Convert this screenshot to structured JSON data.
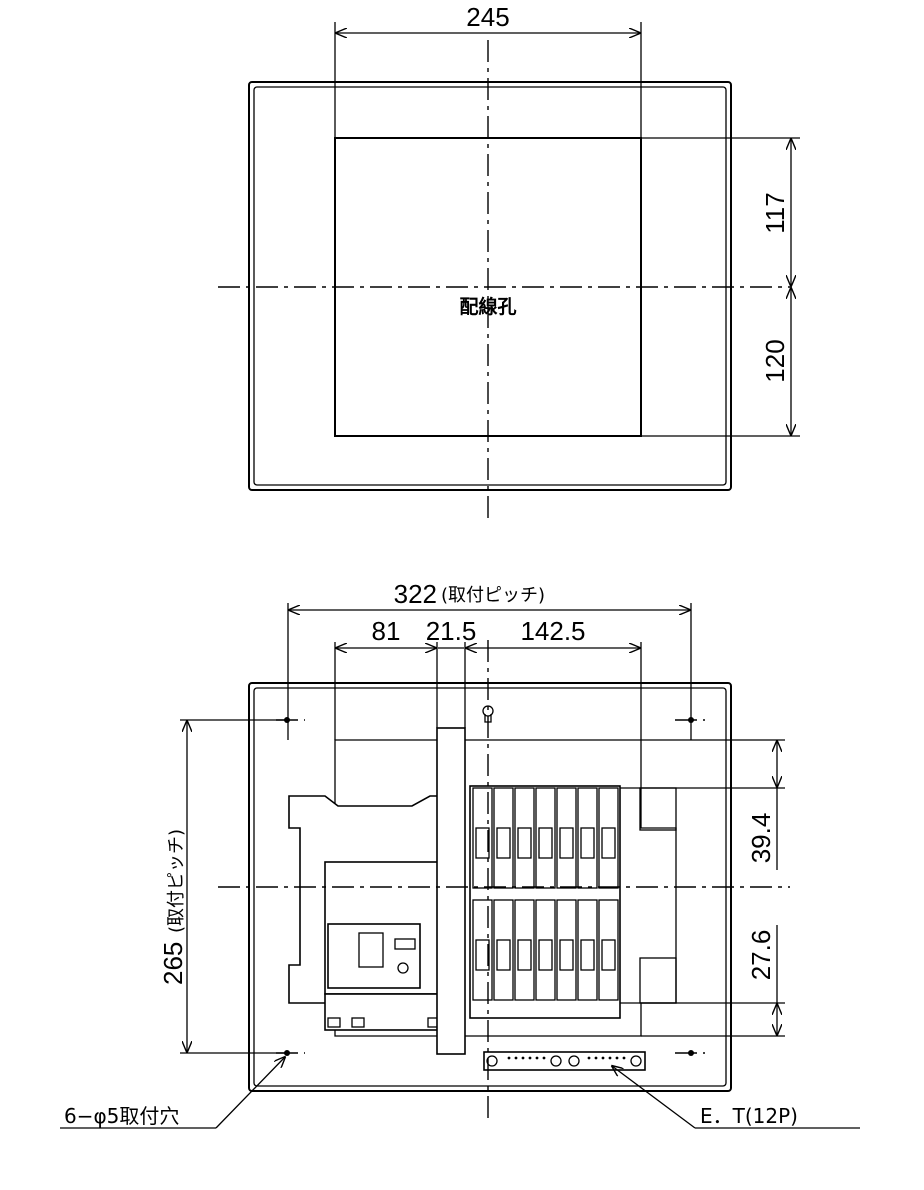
{
  "top_view": {
    "dim_width": "245",
    "dim_upper": "117",
    "dim_lower": "120",
    "hole_label": "配線孔"
  },
  "front_view": {
    "dim_pitch_h": "322",
    "dim_pitch_h_note": "(取付ピッチ)",
    "dim_a": "81",
    "dim_b": "21.5",
    "dim_c": "142.5",
    "dim_pitch_v": "265",
    "dim_pitch_v_note": "(取付ピッチ)",
    "dim_d": "39.4",
    "dim_e": "27.6",
    "mount_holes_label": "6−φ5取付穴",
    "et_label": "E．T(12P)"
  }
}
